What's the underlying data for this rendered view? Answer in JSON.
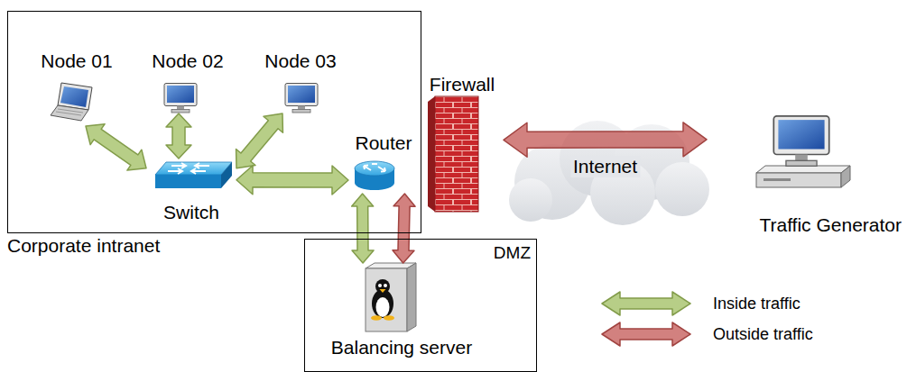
{
  "diagram": {
    "nodes": [
      {
        "text": [
          "Corporate intranet"
        ]
      },
      {
        "text": [
          "Node 01"
        ],
        "in": 0
      },
      {
        "text": [
          "Node 02"
        ],
        "in": 0
      },
      {
        "text": [
          "Node 03"
        ],
        "in": 0
      },
      {
        "text": [
          "Switch"
        ],
        "in": 0
      },
      {
        "text": [
          "Router"
        ],
        "in": 0
      },
      {
        "text": [
          "Firewall"
        ]
      },
      {
        "text": [
          "Traffic Generator"
        ]
      },
      {
        "text": [
          "DMZ"
        ]
      },
      {
        "text": [
          "Balancing server"
        ],
        "in": 8
      }
    ],
    "edges": [
      {
        "from": 1,
        "to": 4,
        "arrow": "both"
      },
      {
        "from": 2,
        "to": 4,
        "arrow": "both"
      },
      {
        "from": 3,
        "to": 4,
        "arrow": "both"
      },
      {
        "from": 4,
        "to": 5,
        "arrow": "both"
      },
      {
        "from": 5,
        "to": 9,
        "arrow": "both"
      },
      {
        "from": 5,
        "to": 9,
        "arrow": "both"
      },
      {
        "from": 6,
        "to": 7,
        "label": "Internet",
        "arrow": "both"
      }
    ],
    "legend": [
      {
        "text": "Inside traffic",
        "color": "#9bbb59"
      },
      {
        "text": "Outside traffic",
        "color": "#c0504d"
      }
    ]
  }
}
